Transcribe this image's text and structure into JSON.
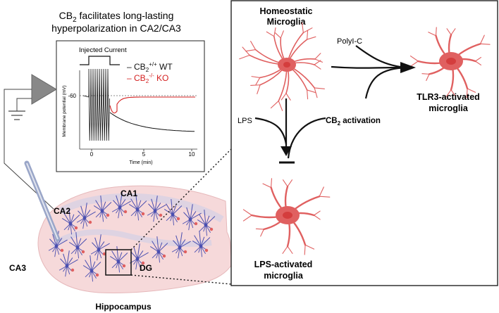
{
  "title_line1": "CB",
  "title_line1_sub": "2",
  "title_line1_rest": " facilitates long-lasting",
  "title_line2": "hyperpolarization in CA2/CA3",
  "inset": {
    "stimulus_label": "Injected Current",
    "legend_wt_prefix": "– CB",
    "legend_wt_sub": "2",
    "legend_wt_sup": "+/+",
    "legend_wt_suffix": " WT",
    "legend_ko_prefix": "– CB",
    "legend_ko_sub": "2",
    "legend_ko_sup": "-/-",
    "legend_ko_suffix": " KO",
    "ylabel": "Membrane potential (mV)",
    "xlabel": "Time (min)",
    "y_tick": "-60",
    "x_ticks": [
      "0",
      "5",
      "10"
    ]
  },
  "hippocampus": {
    "label": "Hippocampus",
    "regions": {
      "ca1": "CA1",
      "ca2": "CA2",
      "ca3": "CA3",
      "dg": "DG"
    }
  },
  "panel": {
    "homeostatic": "Homeostatic",
    "homeostatic2": "Microglia",
    "polyic": "PolyI-C",
    "tlr3_1": "TLR3-activated",
    "tlr3_2": "microglia",
    "lps": "LPS",
    "cb2_prefix": "CB",
    "cb2_sub": "2",
    "cb2_suffix": " activation",
    "lps_act_1": "LPS-activated",
    "lps_act_2": "microglia"
  },
  "colors": {
    "wt_trace": "#111111",
    "ko_trace": "#d42020",
    "microglia": "#e06060",
    "microglia_nucleus": "#d43d3d",
    "neuron": "#4a4fb0",
    "hippocampus_fill": "#f6d9da"
  }
}
